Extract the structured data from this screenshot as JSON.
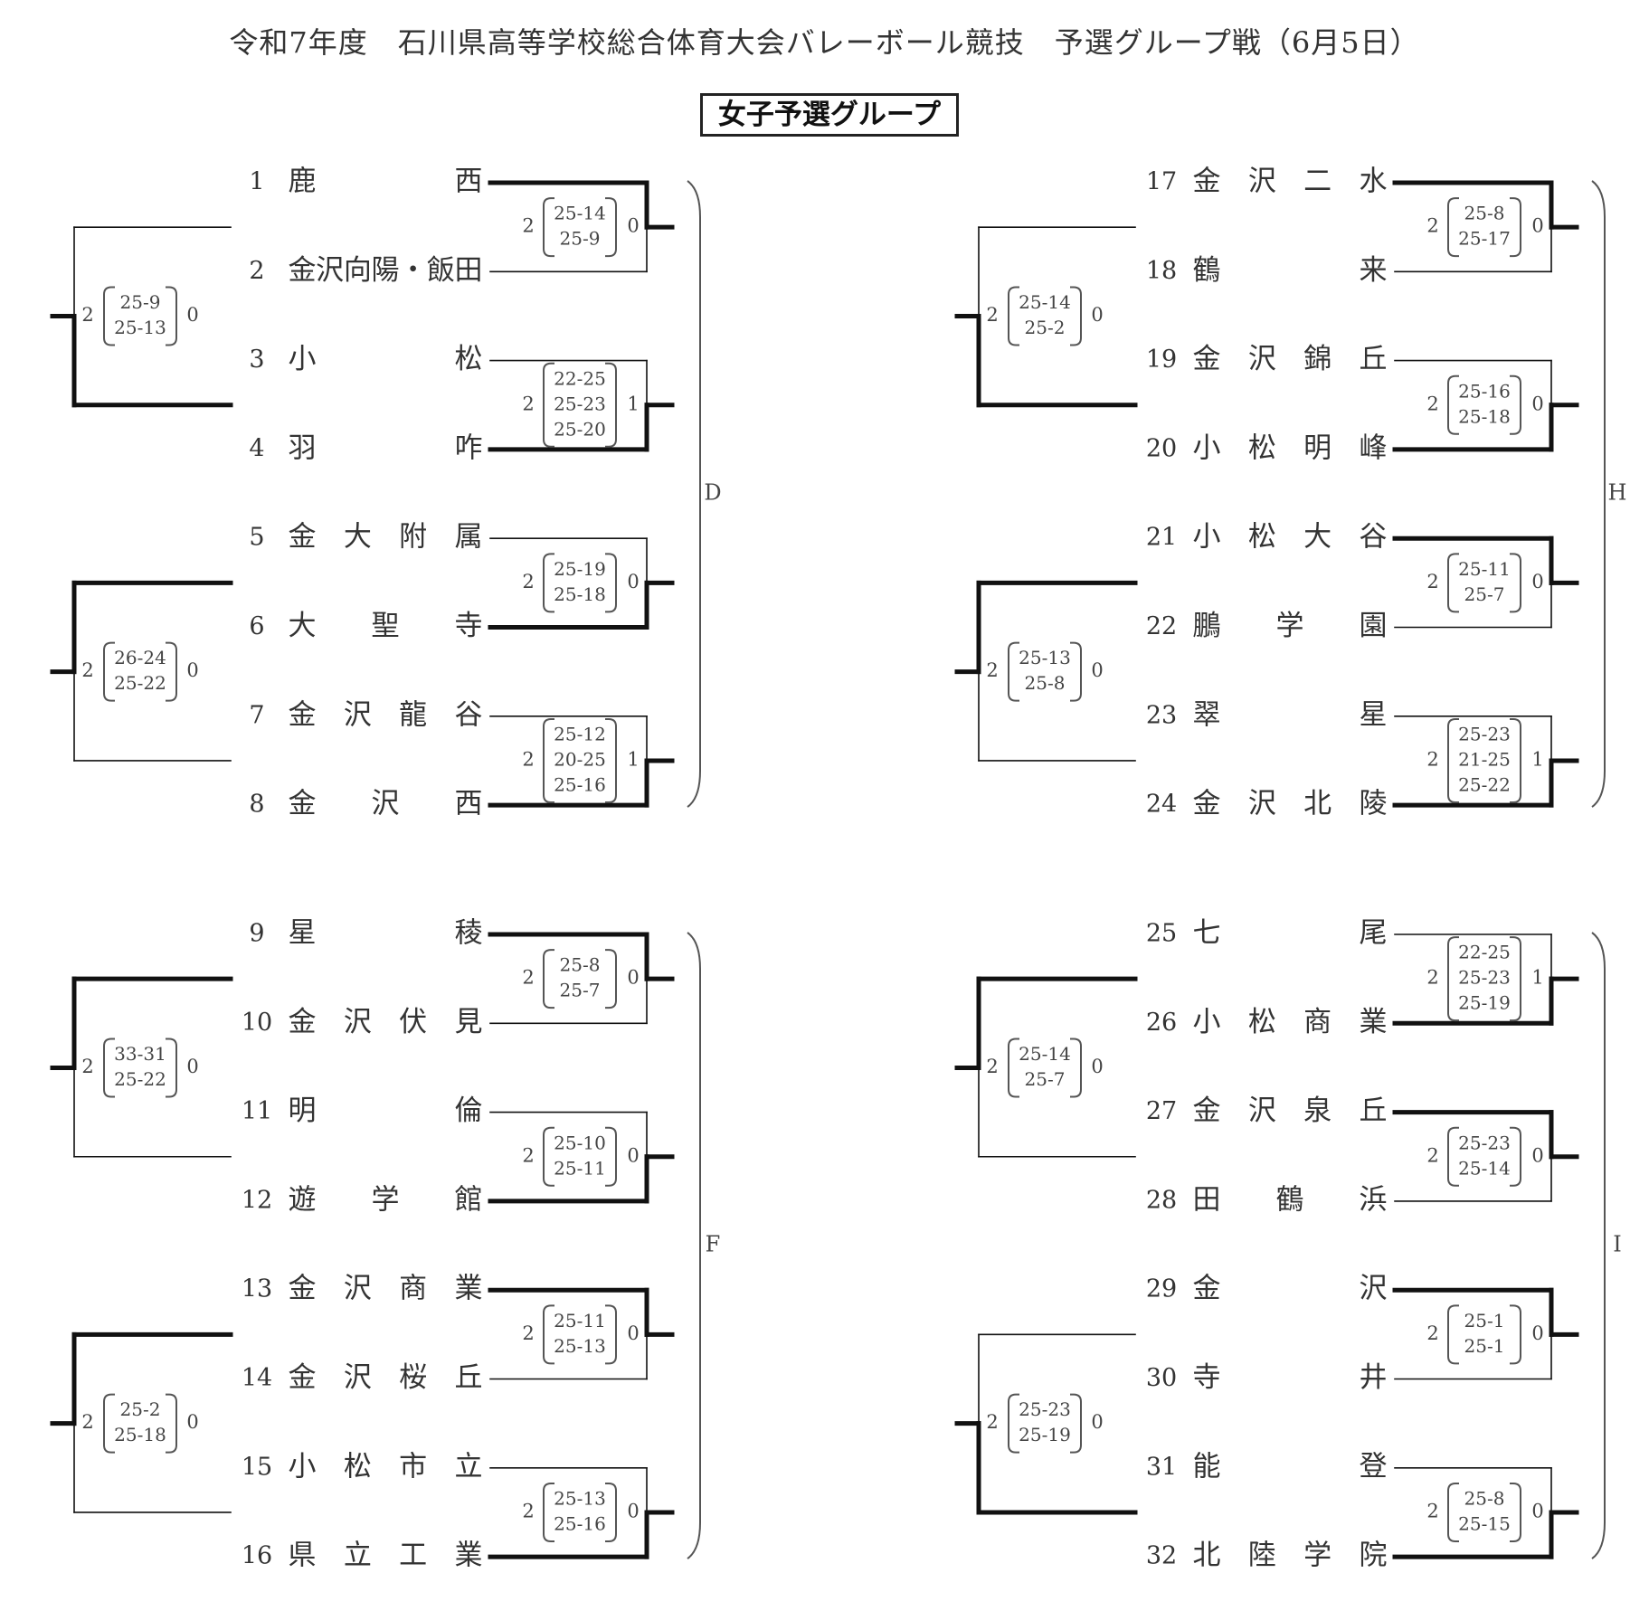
{
  "title": "令和7年度　石川県高等学校総合体育大会バレーボール競技　予選グループ戦（6月5日）",
  "group_title": "女子予選グループ",
  "pools": [
    {
      "label": "D",
      "teams": [
        {
          "no": "1",
          "name": "鹿西"
        },
        {
          "no": "2",
          "name": "金沢向陽・飯田"
        },
        {
          "no": "3",
          "name": "小松"
        },
        {
          "no": "4",
          "name": "羽咋"
        },
        {
          "no": "5",
          "name": "金大附属"
        },
        {
          "no": "6",
          "name": "大聖寺"
        },
        {
          "no": "7",
          "name": "金沢龍谷"
        },
        {
          "no": "8",
          "name": "金沢西"
        }
      ],
      "first_round": [
        {
          "winner": 0,
          "left": "2",
          "right": "0",
          "sets": [
            "25-14",
            "25-9"
          ]
        },
        {
          "winner": 1,
          "left": "2",
          "right": "1",
          "sets": [
            "22-25",
            "25-23",
            "25-20"
          ]
        },
        {
          "winner": 1,
          "left": "2",
          "right": "0",
          "sets": [
            "25-19",
            "25-18"
          ]
        },
        {
          "winner": 1,
          "left": "2",
          "right": "1",
          "sets": [
            "25-12",
            "20-25",
            "25-16"
          ]
        }
      ],
      "second_round": [
        {
          "winner": 1,
          "left": "2",
          "right": "0",
          "sets": [
            "25-9",
            "25-13"
          ]
        },
        {
          "winner": 0,
          "left": "2",
          "right": "0",
          "sets": [
            "26-24",
            "25-22"
          ]
        }
      ]
    },
    {
      "label": "H",
      "teams": [
        {
          "no": "17",
          "name": "金沢二水"
        },
        {
          "no": "18",
          "name": "鶴来"
        },
        {
          "no": "19",
          "name": "金沢錦丘"
        },
        {
          "no": "20",
          "name": "小松明峰"
        },
        {
          "no": "21",
          "name": "小松大谷"
        },
        {
          "no": "22",
          "name": "鵬学園"
        },
        {
          "no": "23",
          "name": "翠星"
        },
        {
          "no": "24",
          "name": "金沢北陵"
        }
      ],
      "first_round": [
        {
          "winner": 0,
          "left": "2",
          "right": "0",
          "sets": [
            "25-8",
            "25-17"
          ]
        },
        {
          "winner": 1,
          "left": "2",
          "right": "0",
          "sets": [
            "25-16",
            "25-18"
          ]
        },
        {
          "winner": 0,
          "left": "2",
          "right": "0",
          "sets": [
            "25-11",
            "25-7"
          ]
        },
        {
          "winner": 1,
          "left": "2",
          "right": "1",
          "sets": [
            "25-23",
            "21-25",
            "25-22"
          ]
        }
      ],
      "second_round": [
        {
          "winner": 1,
          "left": "2",
          "right": "0",
          "sets": [
            "25-14",
            "25-2"
          ]
        },
        {
          "winner": 0,
          "left": "2",
          "right": "0",
          "sets": [
            "25-13",
            "25-8"
          ]
        }
      ]
    },
    {
      "label": "F",
      "teams": [
        {
          "no": "9",
          "name": "星稜"
        },
        {
          "no": "10",
          "name": "金沢伏見"
        },
        {
          "no": "11",
          "name": "明倫"
        },
        {
          "no": "12",
          "name": "遊学館"
        },
        {
          "no": "13",
          "name": "金沢商業"
        },
        {
          "no": "14",
          "name": "金沢桜丘"
        },
        {
          "no": "15",
          "name": "小松市立"
        },
        {
          "no": "16",
          "name": "県立工業"
        }
      ],
      "first_round": [
        {
          "winner": 0,
          "left": "2",
          "right": "0",
          "sets": [
            "25-8",
            "25-7"
          ]
        },
        {
          "winner": 1,
          "left": "2",
          "right": "0",
          "sets": [
            "25-10",
            "25-11"
          ]
        },
        {
          "winner": 0,
          "left": "2",
          "right": "0",
          "sets": [
            "25-11",
            "25-13"
          ]
        },
        {
          "winner": 1,
          "left": "2",
          "right": "0",
          "sets": [
            "25-13",
            "25-16"
          ]
        }
      ],
      "second_round": [
        {
          "winner": 0,
          "left": "2",
          "right": "0",
          "sets": [
            "33-31",
            "25-22"
          ]
        },
        {
          "winner": 0,
          "left": "2",
          "right": "0",
          "sets": [
            "25-2",
            "25-18"
          ]
        }
      ]
    },
    {
      "label": "I",
      "teams": [
        {
          "no": "25",
          "name": "七尾"
        },
        {
          "no": "26",
          "name": "小松商業"
        },
        {
          "no": "27",
          "name": "金沢泉丘"
        },
        {
          "no": "28",
          "name": "田鶴浜"
        },
        {
          "no": "29",
          "name": "金沢"
        },
        {
          "no": "30",
          "name": "寺井"
        },
        {
          "no": "31",
          "name": "能登"
        },
        {
          "no": "32",
          "name": "北陸学院"
        }
      ],
      "first_round": [
        {
          "winner": 1,
          "left": "2",
          "right": "1",
          "sets": [
            "22-25",
            "25-23",
            "25-19"
          ]
        },
        {
          "winner": 0,
          "left": "2",
          "right": "0",
          "sets": [
            "25-23",
            "25-14"
          ]
        },
        {
          "winner": 0,
          "left": "2",
          "right": "0",
          "sets": [
            "25-1",
            "25-1"
          ]
        },
        {
          "winner": 1,
          "left": "2",
          "right": "0",
          "sets": [
            "25-8",
            "25-15"
          ]
        }
      ],
      "second_round": [
        {
          "winner": 0,
          "left": "2",
          "right": "0",
          "sets": [
            "25-14",
            "25-7"
          ]
        },
        {
          "winner": 1,
          "left": "2",
          "right": "0",
          "sets": [
            "25-23",
            "25-19"
          ]
        }
      ]
    }
  ]
}
